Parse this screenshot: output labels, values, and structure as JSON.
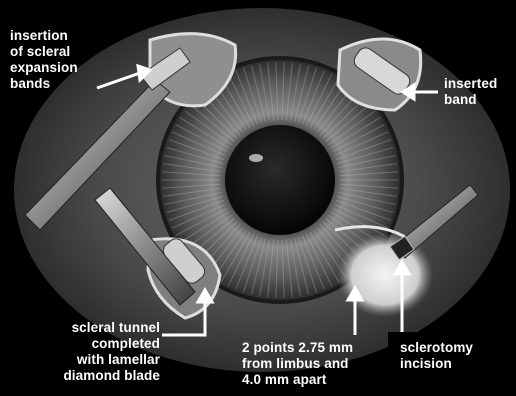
{
  "labels": {
    "top_left": [
      "insertion",
      "of scleral",
      "expansion",
      "bands"
    ],
    "top_right": [
      "inserted",
      "band"
    ],
    "bottom_left": [
      "scleral tunnel",
      "completed",
      "with lamellar",
      "diamond blade"
    ],
    "bottom_center": [
      "2 points 2.75 mm",
      "from limbus and",
      "4.0 mm apart"
    ],
    "bottom_right": [
      "sclerotomy",
      "incision"
    ]
  }
}
